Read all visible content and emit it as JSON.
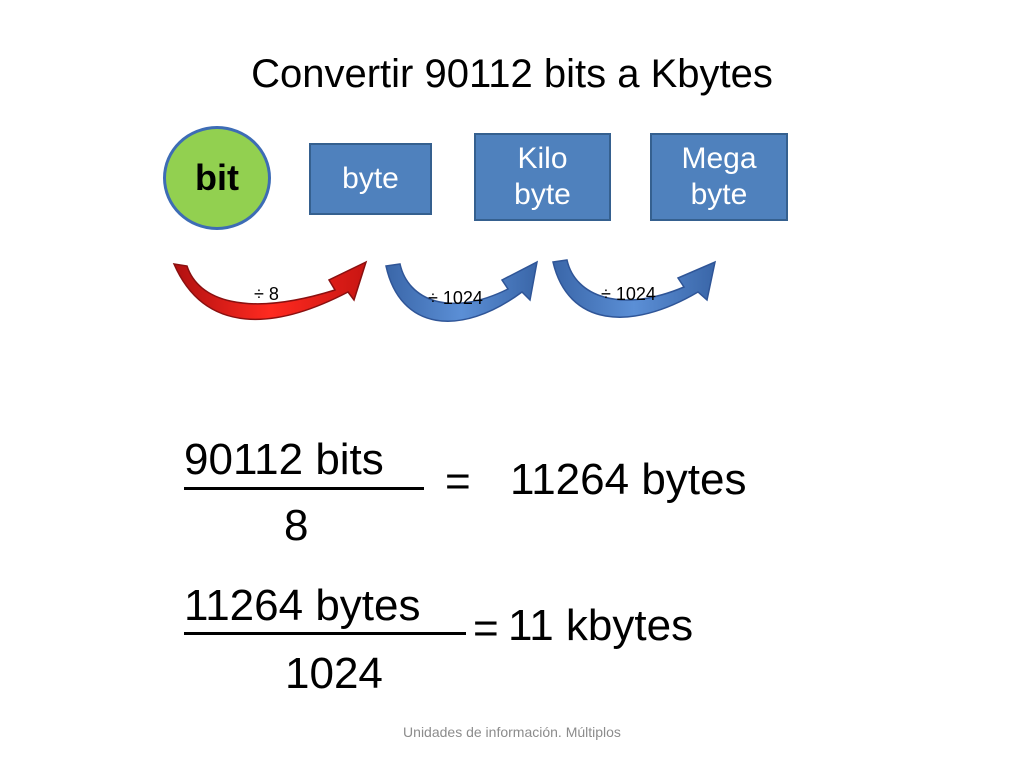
{
  "title": "Convertir 90112 bits a Kbytes",
  "units": {
    "bit": "bit",
    "byte": "byte",
    "kilobyte": "Kilo\nbyte",
    "megabyte": "Mega\nbyte"
  },
  "conversions": [
    {
      "label": "÷ 8",
      "color": "#e0201b"
    },
    {
      "label": "÷ 1024",
      "color": "#4f81bd"
    },
    {
      "label": "÷ 1024",
      "color": "#4f81bd"
    }
  ],
  "equations": [
    {
      "numerator": "90112 bits",
      "denominator": "8",
      "equals": "=",
      "result": "11264 bytes"
    },
    {
      "numerator": "11264 bytes",
      "denominator": "1024",
      "equals": "=",
      "result": "11 kbytes"
    }
  ],
  "footer": "Unidades de información. Múltiplos",
  "colors": {
    "bit_fill": "#92d050",
    "box_fill": "#4f81bd",
    "text_on_box": "#ffffff"
  }
}
